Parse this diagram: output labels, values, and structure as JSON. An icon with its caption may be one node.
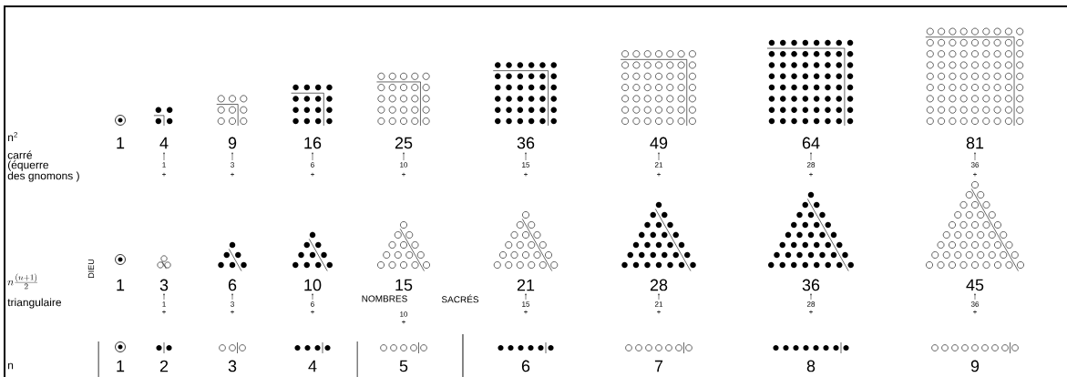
{
  "diagram": {
    "labels": [
      "n$^{2}$",
      "1",
      "4",
      "9",
      "16",
      "25",
      "36",
      "49",
      "64",
      "81",
      "carré",
      "1",
      "3",
      "6",
      "10",
      "15",
      "21",
      "28",
      "36",
      "(équerre",
      "+",
      "+",
      "+",
      "+",
      "+",
      "+",
      "+",
      "+",
      "des gnomons )",
      "DIEU",
      "n\\frac{(n+1)}{2}",
      "1",
      "3",
      "6",
      "10",
      "15",
      "21",
      "28",
      "36",
      "45",
      "NOMBRES",
      "SACRÉS",
      "1",
      "3",
      "6",
      "15",
      "21",
      "28",
      "36",
      "triangulaire",
      "10",
      "+",
      "+",
      "+",
      "+",
      "+",
      "+",
      "+",
      "+",
      "n",
      "1",
      "2",
      "3",
      "4",
      "5",
      "6",
      "7",
      "8",
      "9"
    ]
  }
}
